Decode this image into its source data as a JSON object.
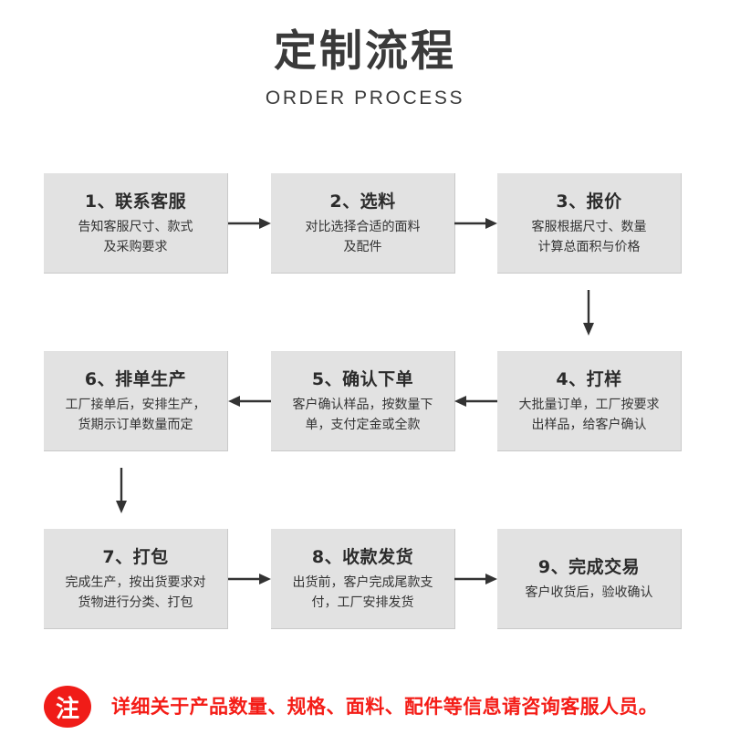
{
  "header": {
    "title_cn": "定制流程",
    "title_en": "ORDER PROCESS"
  },
  "flow": {
    "rows": [
      {
        "direction": "right",
        "cards": [
          {
            "title": "1、联系客服",
            "desc": "告知客服尺寸、款式\n及采购要求"
          },
          {
            "title": "2、选料",
            "desc": "对比选择合适的面料\n及配件"
          },
          {
            "title": "3、报价",
            "desc": "客服根据尺寸、数量\n计算总面积与价格"
          }
        ]
      },
      {
        "direction": "left",
        "cards": [
          {
            "title": "6、排单生产",
            "desc": "工厂接单后，安排生产，\n货期示订单数量而定"
          },
          {
            "title": "5、确认下单",
            "desc": "客户确认样品，按数量下\n单，支付定金或全款"
          },
          {
            "title": "4、打样",
            "desc": "大批量订单，工厂按要求\n出样品，给客户确认"
          }
        ]
      },
      {
        "direction": "right",
        "cards": [
          {
            "title": "7、打包",
            "desc": "完成生产，按出货要求对\n货物进行分类、打包"
          },
          {
            "title": "8、收款发货",
            "desc": "出货前，客户完成尾款支\n付，工厂安排发货"
          },
          {
            "title": "9、完成交易",
            "desc": "客户收货后，验收确认"
          }
        ]
      }
    ]
  },
  "note": {
    "badge": "注",
    "text": "详细关于产品数量、规格、面料、配件等信息请咨询客服人员。"
  },
  "colors": {
    "card_fill": "#e2e2e2",
    "card_border": "#c9c9c9",
    "title_text": "#3a3a3a",
    "note_red": "#f41d17",
    "arrow": "#333333"
  }
}
